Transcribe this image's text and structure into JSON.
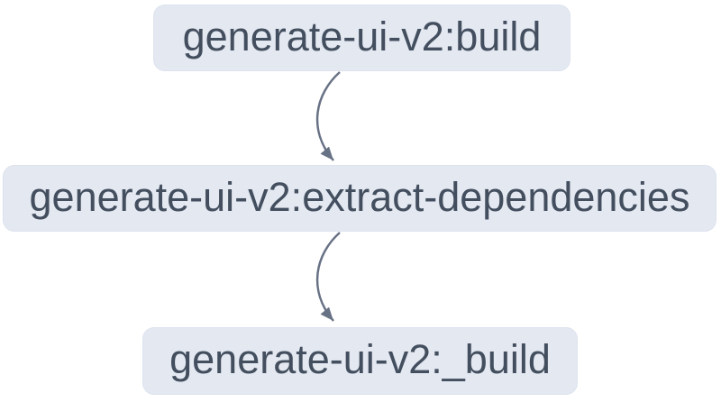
{
  "theme": {
    "canvas_bg": "#ffffff",
    "node_fill": "#e3e8f1",
    "node_border": "#dde3ee",
    "node_text": "#434e5e",
    "edge_color": "#687285"
  },
  "graph": {
    "type": "task-dependency-graph",
    "nodes": [
      {
        "id": "generate-ui-v2:build",
        "label": "generate-ui-v2:build"
      },
      {
        "id": "generate-ui-v2:extract-dependencies",
        "label": "generate-ui-v2:extract-dependencies"
      },
      {
        "id": "generate-ui-v2:_build",
        "label": "generate-ui-v2:_build"
      }
    ],
    "edges": [
      {
        "from": "generate-ui-v2:build",
        "to": "generate-ui-v2:extract-dependencies"
      },
      {
        "from": "generate-ui-v2:extract-dependencies",
        "to": "generate-ui-v2:_build"
      }
    ]
  }
}
